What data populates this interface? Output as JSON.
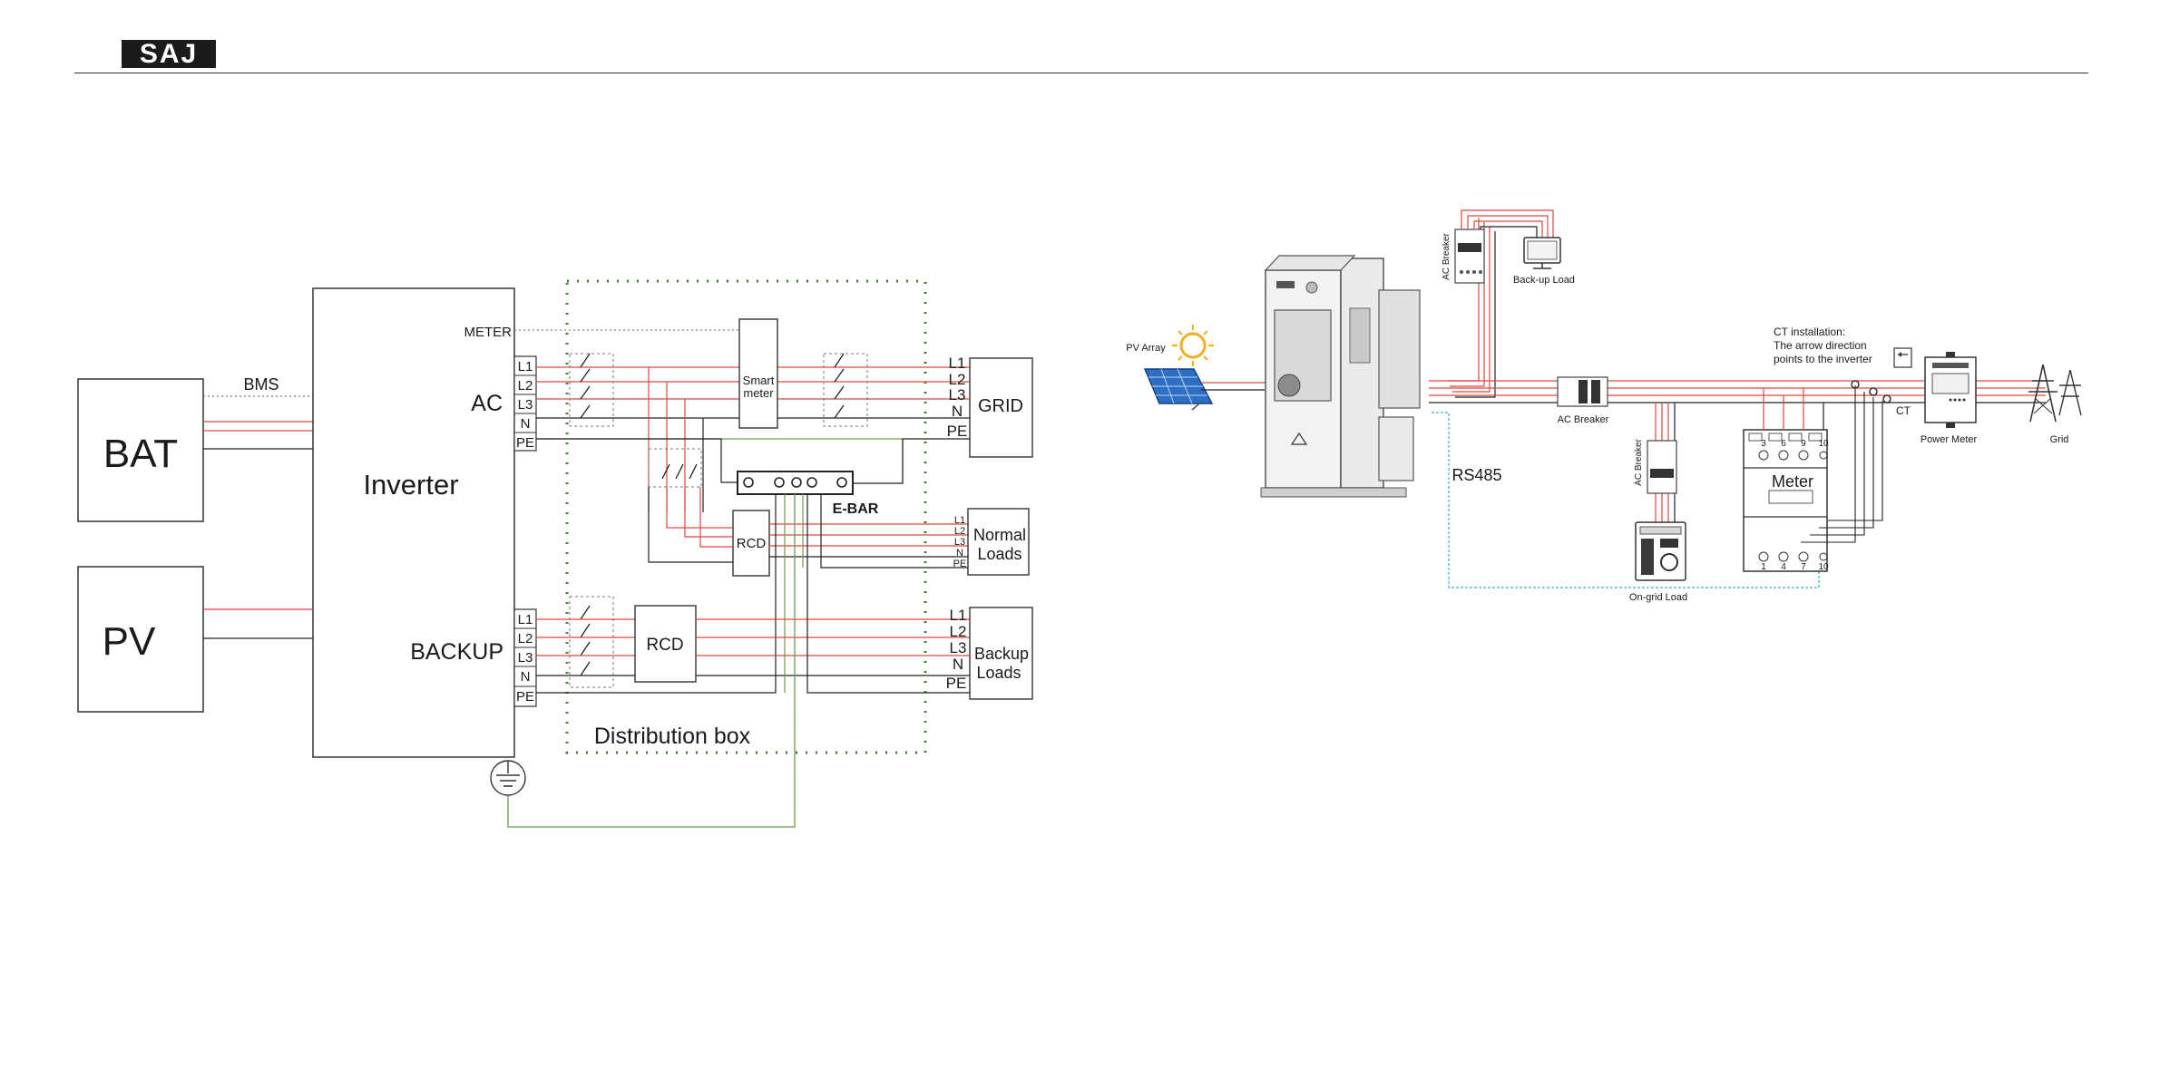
{
  "header": {
    "logo_text": "SAJ"
  },
  "left_diagram": {
    "bat": "BAT",
    "pv": "PV",
    "bms": "BMS",
    "inverter": "Inverter",
    "meter_port": "METER",
    "ac": "AC",
    "backup": "BACKUP",
    "ac_terminals": [
      "L1",
      "L2",
      "L3",
      "N",
      "PE"
    ],
    "backup_terminals": [
      "L1",
      "L2",
      "L3",
      "N",
      "PE"
    ],
    "smart_meter": [
      "Smart",
      "meter"
    ],
    "grid": "GRID",
    "grid_terminals": [
      "L1",
      "L2",
      "L3",
      "N",
      "PE"
    ],
    "ebar": "E-BAR",
    "rcd_normal": "RCD",
    "rcd_backup": "RCD",
    "normal_loads": [
      "Normal",
      "Loads"
    ],
    "normal_terminals": [
      "L1",
      "L2",
      "L3",
      "N",
      "PE"
    ],
    "backup_loads": [
      "Backup",
      "Loads"
    ],
    "backup_load_terminals": [
      "L1",
      "L2",
      "L3",
      "N",
      "PE"
    ],
    "distribution_box": "Distribution box"
  },
  "right_diagram": {
    "pv_array": "PV Array",
    "ac_breaker_top": "AC Breaker",
    "backup_load": "Back-up Load",
    "ac_breaker_mid": "AC Breaker",
    "ac_breaker_vertical": "AC Breaker",
    "rs485": "RS485",
    "ongrid_load": "On-grid Load",
    "meter": "Meter",
    "meter_top_terminals": [
      "3",
      "6",
      "9",
      "10"
    ],
    "meter_bottom_terminals": [
      "1",
      "4",
      "7",
      "10"
    ],
    "ct_note": [
      "CT installation:",
      "The arrow direction",
      "points to the inverter"
    ],
    "ct": "CT",
    "power_meter": "Power Meter",
    "grid": "Grid"
  },
  "colors": {
    "phase": "#e0473b",
    "neutral": "#222222",
    "earth": "#6d9a4a",
    "rs485": "#3aa9d8"
  }
}
